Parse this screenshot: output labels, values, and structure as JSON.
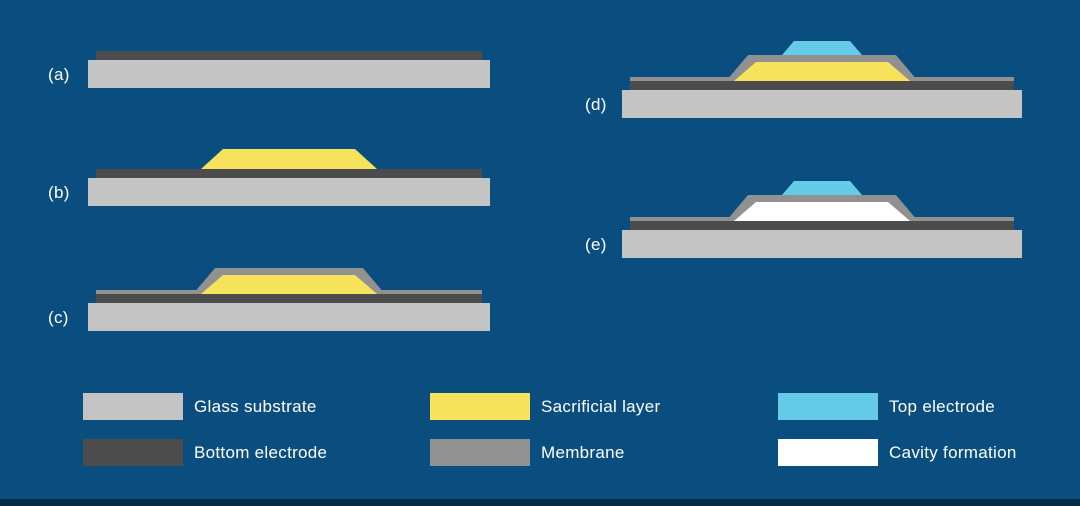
{
  "colors": {
    "background": "#0a4e7f",
    "footer_bar": "#062c47",
    "text": "#ffffff",
    "glass_substrate": "#c4c4c4",
    "bottom_electrode": "#4c4c4c",
    "sacrificial_layer": "#f7e35b",
    "membrane": "#919191",
    "top_electrode": "#64cbe8",
    "cavity": "#ffffff"
  },
  "steps": [
    {
      "label": "(a)"
    },
    {
      "label": "(b)"
    },
    {
      "label": "(c)"
    },
    {
      "label": "(d)"
    },
    {
      "label": "(e)"
    }
  ],
  "legend": {
    "items": [
      {
        "label": "Glass substrate"
      },
      {
        "label": "Bottom electrode"
      },
      {
        "label": "Sacrificial layer"
      },
      {
        "label": "Membrane"
      },
      {
        "label": "Top electrode"
      },
      {
        "label": "Cavity formation"
      }
    ]
  }
}
